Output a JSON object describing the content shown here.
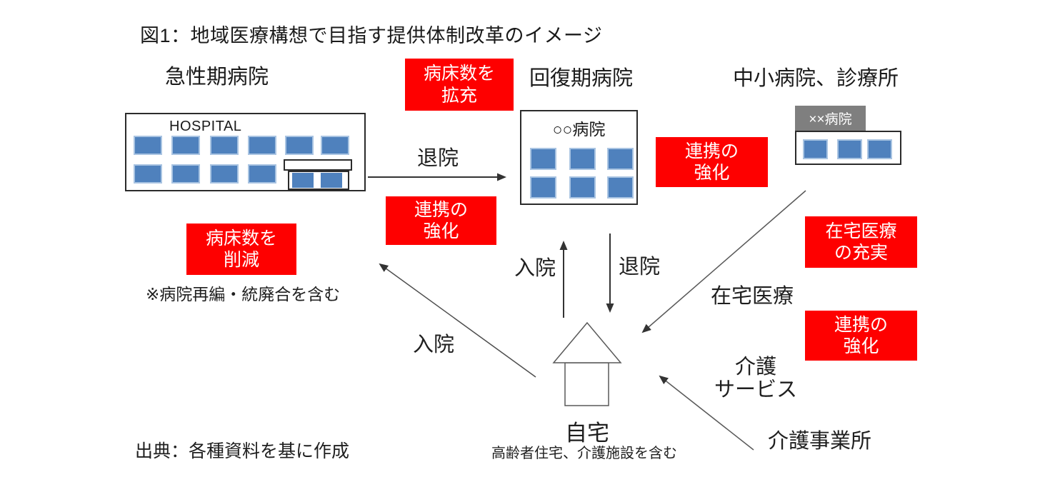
{
  "title": "図1：地域医療構想で目指す提供体制改革のイメージ",
  "source": "出典：各種資料を基に作成",
  "headers": {
    "acute": "急性期病院",
    "recovery": "回復期病院",
    "small_clinics": "中小病院、診療所"
  },
  "buildings": {
    "acute_sign": "HOSPITAL",
    "recovery_sign": "○○病院",
    "small_sign": "××病院"
  },
  "badges": {
    "expand_beds": "病床数を\n拡充",
    "strengthen_mid": "連携の\n強化",
    "reduce_beds": "病床数を\n削減",
    "strengthen_recovery": "連携の\n強化",
    "enrich_home_care": "在宅医療\nの充実",
    "strengthen_home": "連携の\n強化"
  },
  "arrows": {
    "discharge_top": "退院",
    "admission_up": "入院",
    "discharge_down": "退院",
    "admission_diagonal": "入院",
    "home_medical": "在宅医療",
    "care_service": "介護\nサービス"
  },
  "labels": {
    "care_office": "介護事業所",
    "home": "自宅",
    "home_note": "高齢者住宅、介護施設を含む",
    "acute_note": "※病院再編・統廃合を含む"
  },
  "colors": {
    "badge_red": "#fe0000",
    "window_blue": "#4f81bd",
    "tab_gray": "#7f7f7f",
    "line_dark": "#333333",
    "line_gray": "#595959"
  }
}
